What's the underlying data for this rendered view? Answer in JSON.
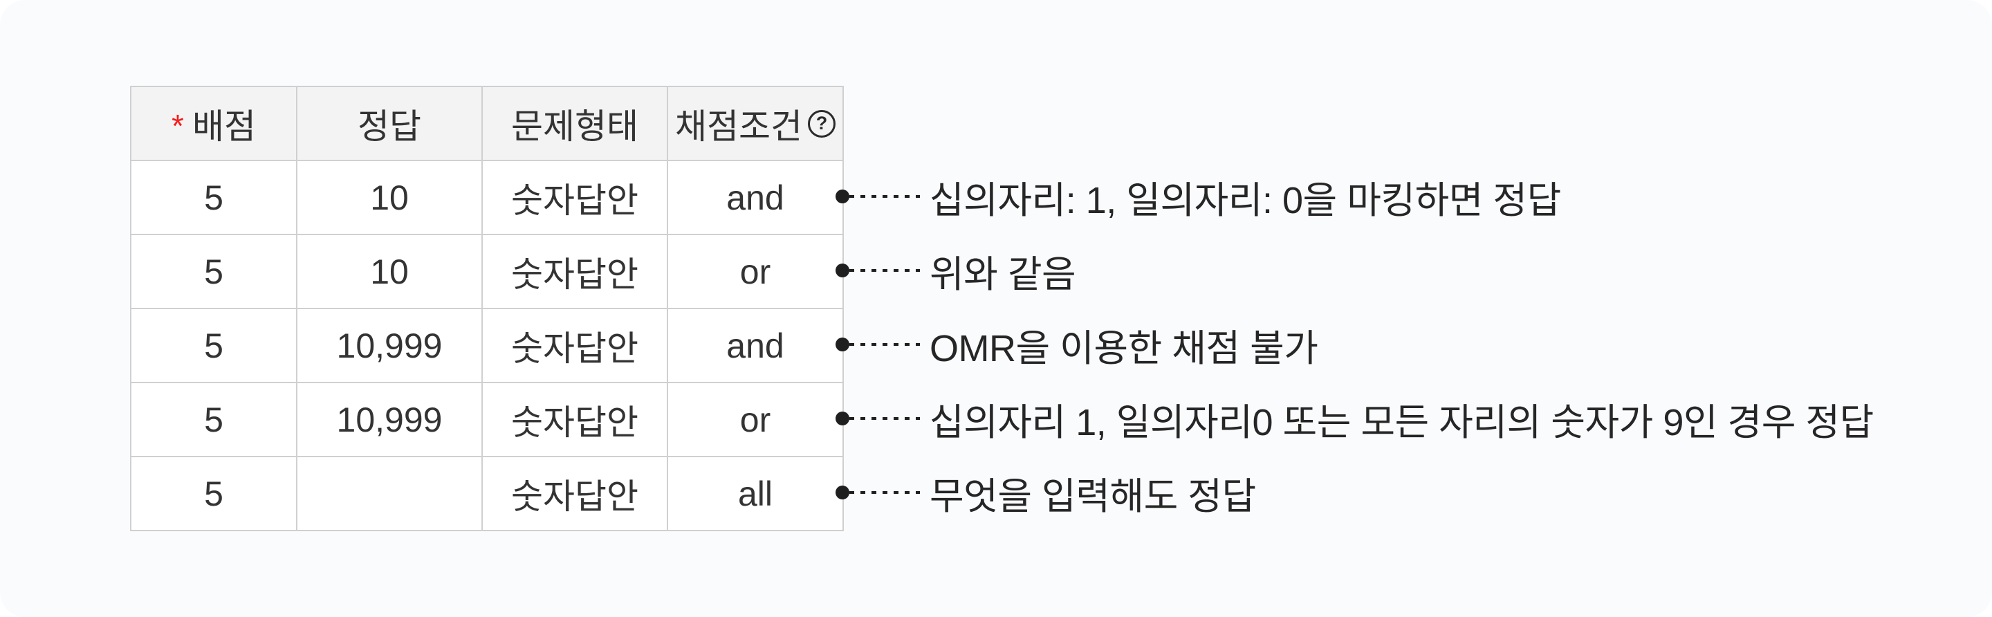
{
  "table": {
    "required_marker": "*",
    "headers": [
      "배점",
      "정답",
      "문제형태",
      "채점조건"
    ],
    "help_icon_glyph": "?",
    "rows": [
      {
        "cells": [
          "5",
          "10",
          "숫자답안",
          "and"
        ],
        "note": "십의자리: 1, 일의자리: 0을 마킹하면 정답"
      },
      {
        "cells": [
          "5",
          "10",
          "숫자답안",
          "or"
        ],
        "note": "위와 같음"
      },
      {
        "cells": [
          "5",
          "10,999",
          "숫자답안",
          "and"
        ],
        "note": "OMR을 이용한 채점 불가"
      },
      {
        "cells": [
          "5",
          "10,999",
          "숫자답안",
          "or"
        ],
        "note": "십의자리 1, 일의자리0 또는 모든 자리의 숫자가 9인 경우 정답"
      },
      {
        "cells": [
          "5",
          "",
          "숫자답안",
          "all"
        ],
        "note": "무엇을 입력해도 정답"
      }
    ]
  },
  "colors": {
    "panel_bg": "#fafbfd",
    "header_bg": "#f3f3f4",
    "grid_line": "#d0d0d0",
    "required_red": "#f81d1d",
    "table_text": "#333333",
    "note_text": "#262626"
  }
}
